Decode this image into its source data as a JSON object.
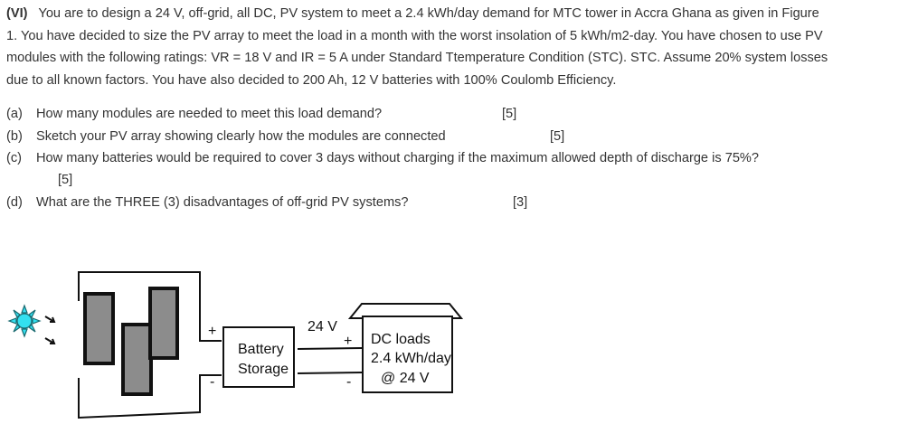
{
  "question": {
    "number": "(VI)",
    "lines": [
      "You are to design a 24 V, off-grid, all DC, PV system to meet a 2.4 kWh/day demand for MTC tower in Accra Ghana as given in Figure",
      "1. You have decided to size the PV array to meet the load in a month with the worst insolation of 5 kWh/m2-day. You have chosen to use PV",
      "modules with the following ratings: VR = 18 V and IR = 5 A under Standard Ttemperature Condition (STC). STC. Assume 20% system losses",
      "due to all known factors. You have also decided to 200 Ah, 12 V batteries with 100% Coulomb Efficiency."
    ],
    "parts": [
      {
        "label": "(a)",
        "text": "How many modules are needed to meet this load demand?",
        "marks": "[5]"
      },
      {
        "label": "(b)",
        "text": "Sketch your PV array showing clearly how the modules are connected",
        "marks": "[5]"
      },
      {
        "label": "(c)",
        "text": "How many batteries would be required to cover 3 days without charging if the maximum allowed depth of discharge is 75%?",
        "marks": "[5]"
      },
      {
        "label": "(d)",
        "text": "What are the THREE (3) disadvantages of off-grid PV systems?",
        "marks": "[3]"
      }
    ]
  },
  "figure": {
    "battery_line1": "Battery",
    "battery_line2": "Storage",
    "voltage": "24 V",
    "plus": "+",
    "minus": "-",
    "load_line1": "DC loads",
    "load_line2": "2.4 kWh/day",
    "load_line3": "@ 24 V",
    "sun_color": "#33e0f0",
    "panel_color": "#8c8c8c"
  }
}
